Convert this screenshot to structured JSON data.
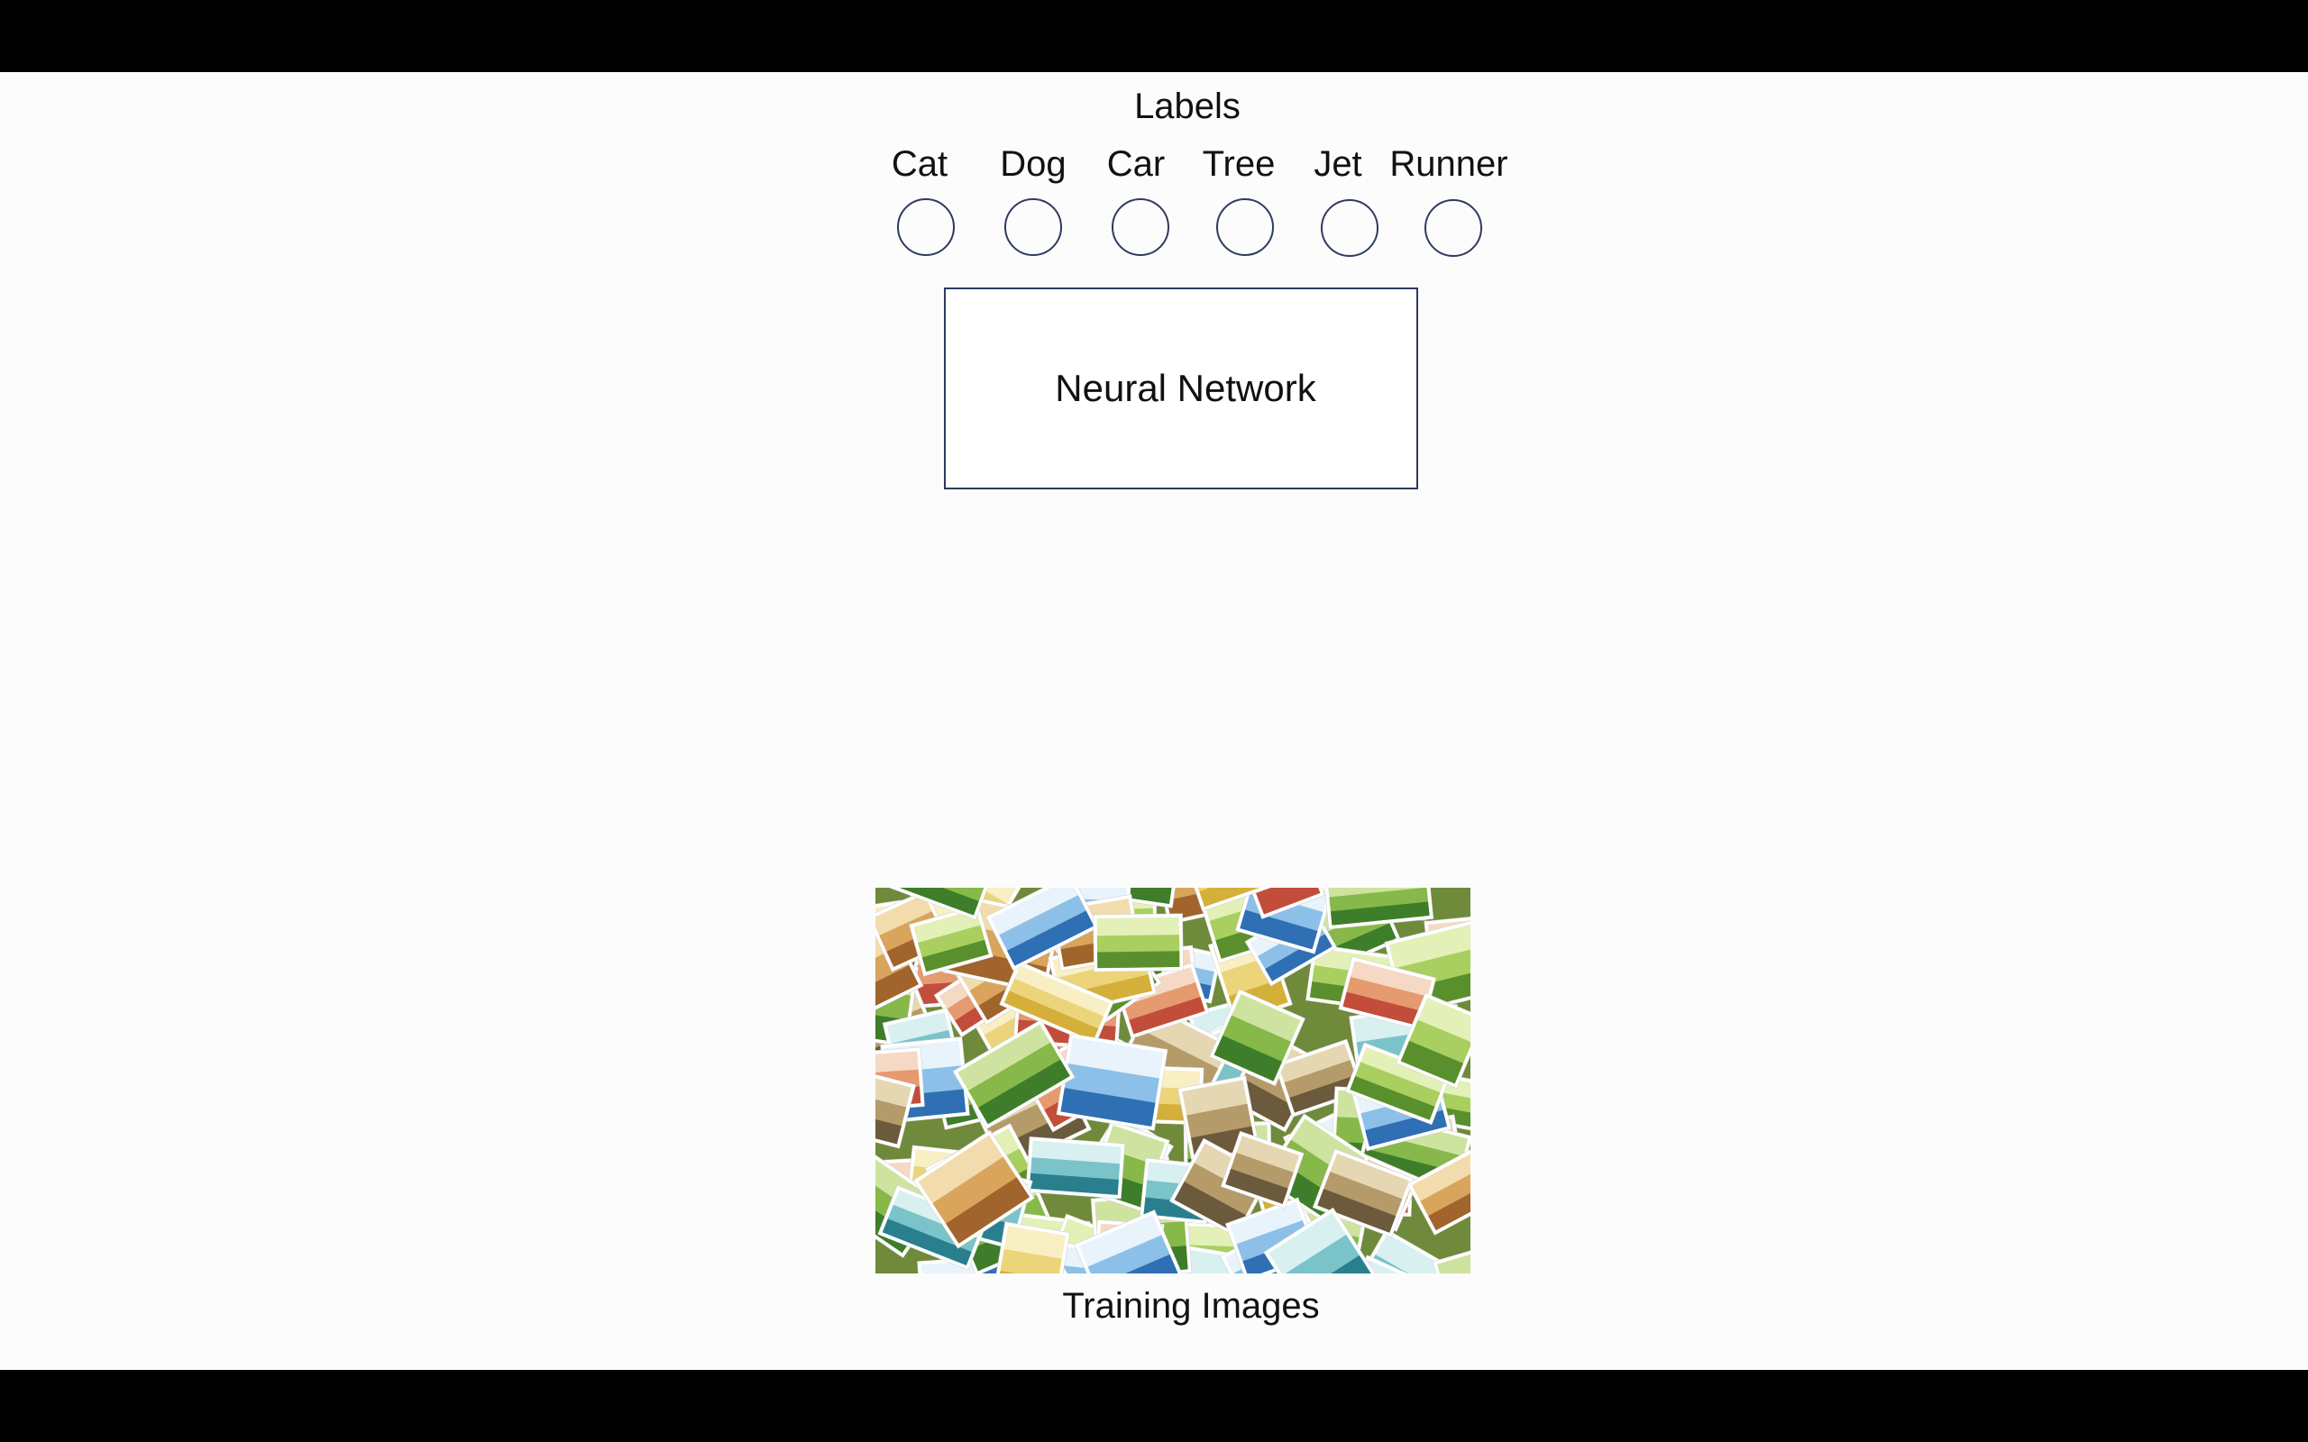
{
  "diagram": {
    "labels_title": "Labels",
    "labels": [
      "Cat",
      "Dog",
      "Car",
      "Tree",
      "Jet",
      "Runner"
    ],
    "network_label": "Neural Network",
    "training_label": "Training Images"
  },
  "colors": {
    "background": "#fcfcfc",
    "outline": "#2f3a5f",
    "text": "#111111",
    "letterbox": "#000000"
  }
}
